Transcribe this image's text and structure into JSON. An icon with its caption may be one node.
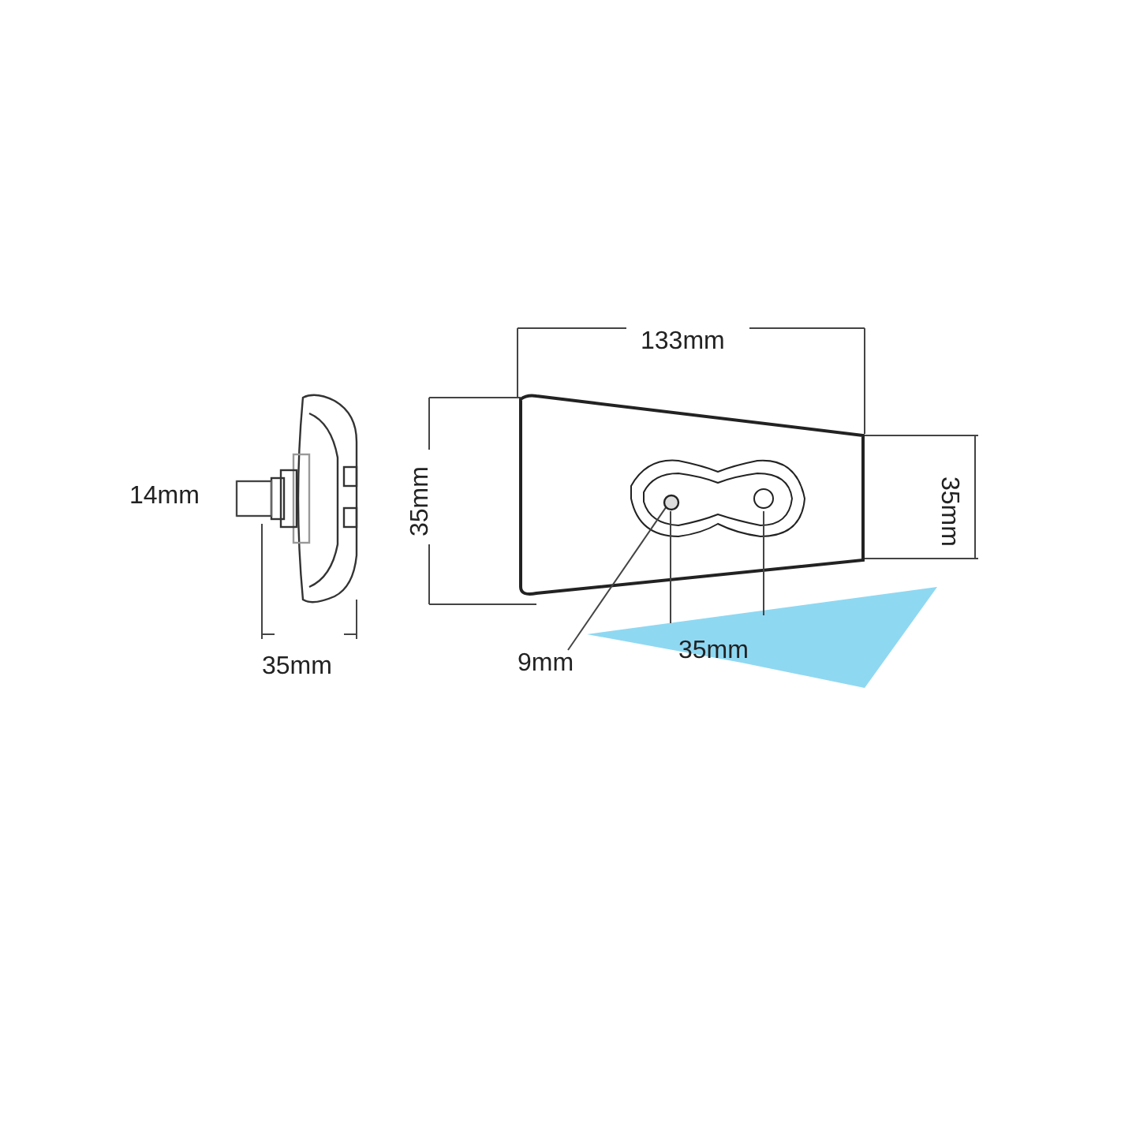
{
  "diagram": {
    "nodes": [
      {
        "text": [
          "9mm"
        ]
      },
      {
        "text": [],
        "shape": "circle"
      }
    ],
    "edges": [
      {
        "from": 0,
        "to": 1,
        "arrow": "none"
      }
    ],
    "labels": [
      "133mm",
      "14mm",
      "35mm",
      "35mm",
      "35mm",
      "35mm"
    ]
  }
}
